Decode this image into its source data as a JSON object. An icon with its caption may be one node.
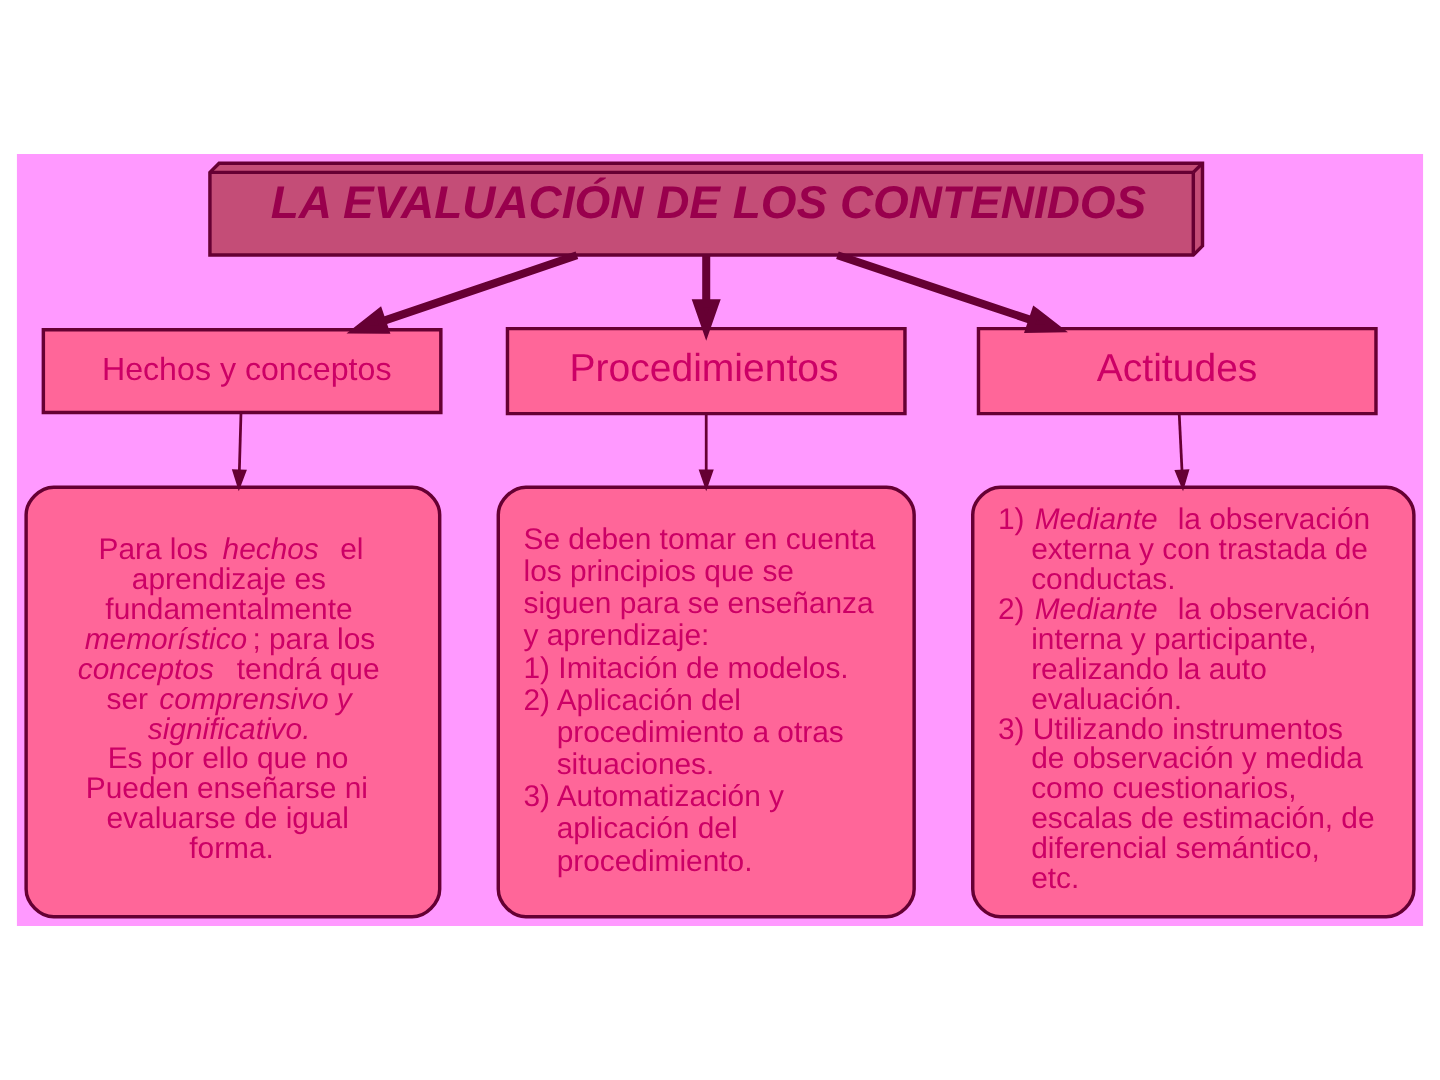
{
  "diagram": {
    "nodes": [
      {
        "text": [
          "LA EVALUACIÓN DE LOS CONTENIDOS"
        ]
      },
      {
        "text": [
          "Hechos y conceptos"
        ]
      },
      {
        "text": [
          "Procedimientos"
        ]
      },
      {
        "text": [
          "Actitudes"
        ]
      },
      {
        "text": [
          "Para los *hechos* el aprendizaje es fundamentalmente *memorístico*; para los *conceptos* tendrá que ser *comprensivo y significativo.*",
          "Es por ello que no Pueden enseñarse ni evaluarse de igual forma."
        ]
      },
      {
        "text": [
          "Se deben tomar en cuenta los principios que se siguen para se enseñanza y aprendizaje:",
          "1) Imitación de modelos.",
          "2) Aplicación del procedimiento a otras situaciones.",
          "3) Automatización y aplicación del procedimiento."
        ]
      },
      {
        "text": [
          "1) *Mediante* la observación externa y con trastada de conductas.",
          "2) *Mediante* la observación interna y participante, realizando la auto evaluación.",
          "3) Utilizando instrumentos de observación y medida como cuestionarios, escalas de estimación, de diferencial semántico, etc."
        ]
      }
    ],
    "edges": [
      {
        "from": 0,
        "to": 1,
        "arrow": "to",
        "style": "thick"
      },
      {
        "from": 0,
        "to": 2,
        "arrow": "to",
        "style": "thick"
      },
      {
        "from": 0,
        "to": 3,
        "arrow": "to",
        "style": "thick"
      },
      {
        "from": 1,
        "to": 4,
        "arrow": "to"
      },
      {
        "from": 2,
        "to": 5,
        "arrow": "to"
      },
      {
        "from": 3,
        "to": 6,
        "arrow": "to"
      }
    ]
  }
}
